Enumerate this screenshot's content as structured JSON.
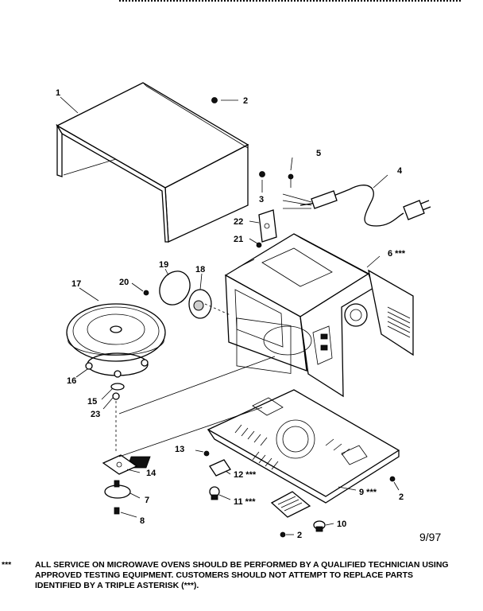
{
  "labels": {
    "l1": "1",
    "l2": "2",
    "l3": "3",
    "l4": "4",
    "l5": "5",
    "l6": "6 ***",
    "l7": "7",
    "l8": "8",
    "l9": "9 ***",
    "l10": "10",
    "l11": "11 ***",
    "l12": "12 ***",
    "l13": "13",
    "l14": "14",
    "l15": "15",
    "l16": "16",
    "l17": "17",
    "l18": "18",
    "l19": "19",
    "l20": "20",
    "l21": "21",
    "l22": "22",
    "l23": "23",
    "l2b": "2",
    "l2c": "2"
  },
  "date": "9/97",
  "footnote": {
    "marker": "***",
    "line1": "ALL SERVICE ON MICROWAVE OVENS SHOULD BE PERFORMED BY A  QUALIFIED TECHNICIAN USING",
    "line2": "APPROVED TESTING EQUIPMENT.  CUSTOMERS SHOULD NOT ATTEMPT TO REPLACE PARTS",
    "line3": "IDENTIFIED BY A TRIPLE ASTERISK (***)."
  }
}
